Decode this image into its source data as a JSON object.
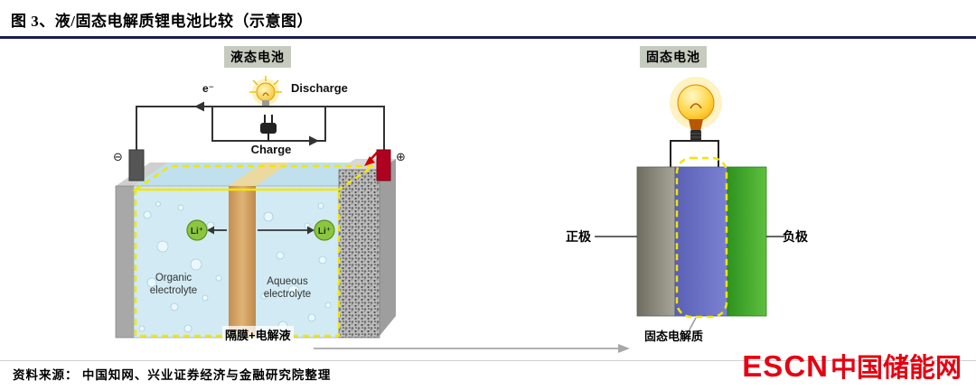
{
  "title": "图 3、液/固态电解质锂电池比较（示意图）",
  "footer": {
    "source": "资料来源： 中国知网、兴业证券经济与金融研究院整理"
  },
  "logo": {
    "latin": "ESCN",
    "cn": "中国储能网",
    "color": "#e60012"
  },
  "liquid": {
    "label": "液态电池",
    "discharge_label": "Discharge",
    "charge_label": "Charge",
    "electron_label": "e⁻",
    "minus_symbol": "⊖",
    "plus_symbol": "⊕",
    "li_ion_left": "Li⁺",
    "li_ion_right": "Li⁺",
    "organic_label": "Organic electrolyte",
    "aqueous_label": "Aqueous electrolyte",
    "separator_label": "隔膜+电解液"
  },
  "solid": {
    "label": "固态电池",
    "cathode_label": "正极",
    "anode_label": "负极",
    "electrolyte_label": "固态电解质"
  },
  "colors": {
    "title_rule": "#1b1b52",
    "logo_red": "#e60012",
    "electrolyte_blue": "#d2eaf3",
    "separator_orange": "#d89a4e",
    "li_green": "#8cc63f",
    "dash_yellow": "#f2e600",
    "solid_electrolyte_blue": "#6a70c2",
    "anode_green": "#3aa32a",
    "cathode_gray": "#8f8c7f"
  }
}
